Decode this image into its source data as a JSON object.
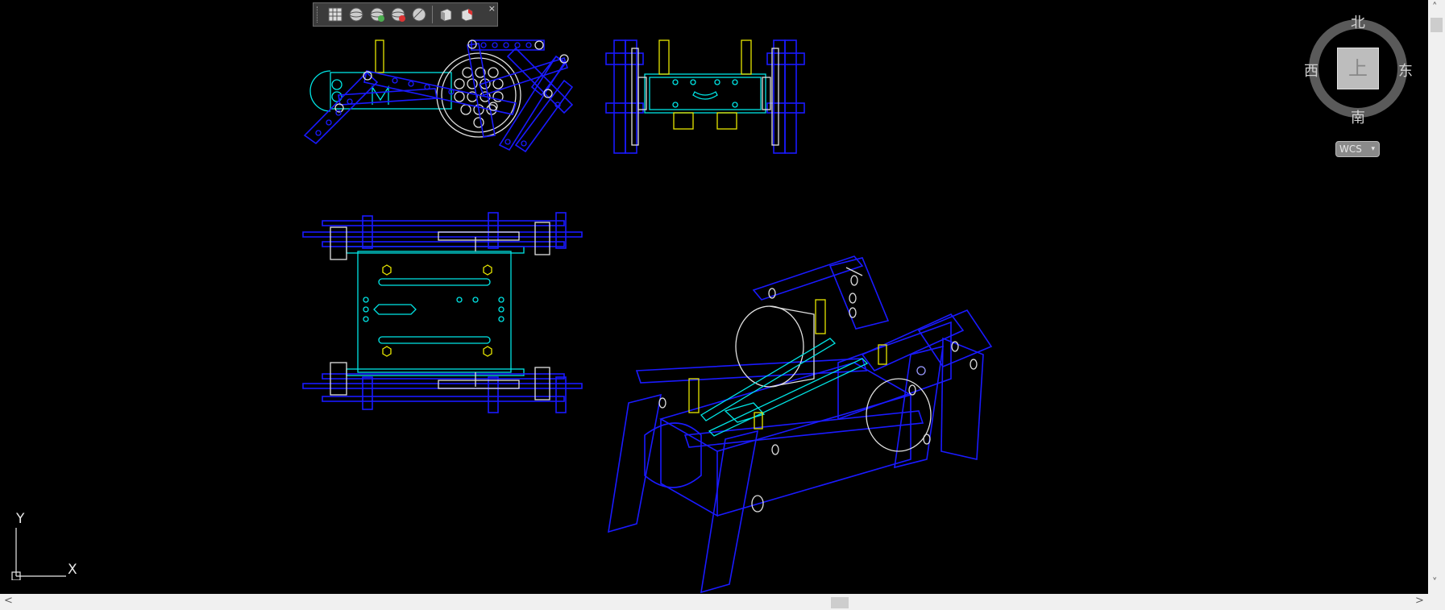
{
  "toolbar": {
    "close_label": "×",
    "buttons": [
      "viewport-config",
      "view-top",
      "view-add",
      "view-remove",
      "view-orbit",
      "view-cube-left",
      "view-cube-right"
    ]
  },
  "viewcube": {
    "north": "北",
    "south": "南",
    "east": "东",
    "west": "西",
    "face": "上",
    "wcs_label": "WCS"
  },
  "ucs": {
    "x_label": "X",
    "y_label": "Y"
  },
  "scroll": {
    "left": "<",
    "right": ">",
    "up": "^",
    "down": "v"
  },
  "colors": {
    "background": "#000000",
    "blue": "#1a1aff",
    "cyan": "#00e5e5",
    "yellow": "#e6e600",
    "white": "#e0e0e0"
  }
}
